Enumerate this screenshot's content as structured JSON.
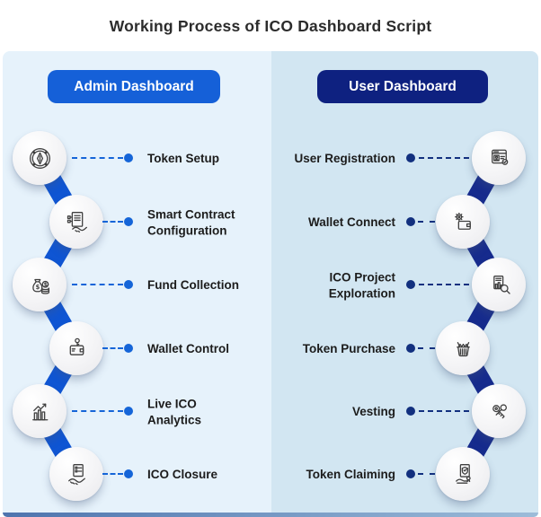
{
  "title": "Working Process of ICO Dashboard Script",
  "colors": {
    "left_panel_bg": "#e6f2fb",
    "right_panel_bg": "#d2e6f2",
    "admin_button_bg": "#1560d8",
    "user_button_bg": "#0e2180",
    "admin_accent": "#1565d8",
    "user_accent": "#12307f",
    "admin_ribbon": "#0f55d3",
    "user_ribbon": "#162b8d",
    "icon_stroke": "#3f3f3f"
  },
  "admin": {
    "button_label": "Admin Dashboard",
    "items": [
      {
        "label": "Token Setup",
        "icon": "token-coin-icon"
      },
      {
        "label": "Smart Contract Configuration",
        "icon": "smart-contract-icon"
      },
      {
        "label": "Fund Collection",
        "icon": "fund-collection-icon"
      },
      {
        "label": "Wallet Control",
        "icon": "wallet-key-icon"
      },
      {
        "label": "Live ICO Analytics",
        "icon": "analytics-icon"
      },
      {
        "label": "ICO Closure",
        "icon": "handshake-document-icon"
      }
    ]
  },
  "user": {
    "button_label": "User Dashboard",
    "items": [
      {
        "label": "User Registration",
        "icon": "user-registration-icon"
      },
      {
        "label": "Wallet Connect",
        "icon": "wallet-gear-icon"
      },
      {
        "label": "ICO Project Exploration",
        "icon": "project-exploration-icon"
      },
      {
        "label": "Token Purchase",
        "icon": "basket-icon"
      },
      {
        "label": "Vesting",
        "icon": "keys-icon"
      },
      {
        "label": "Token Claiming",
        "icon": "claim-shield-icon"
      }
    ]
  }
}
